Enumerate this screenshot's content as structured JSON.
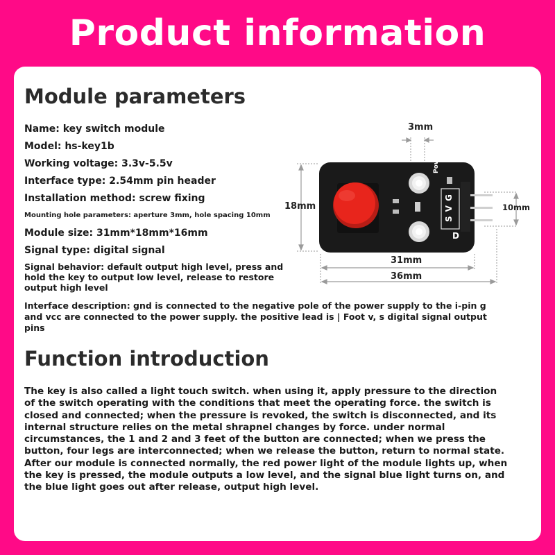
{
  "header": {
    "title": "Product information"
  },
  "module_parameters": {
    "title": "Module parameters",
    "name": "Name: key switch module",
    "model": "Model: hs-key1b",
    "voltage": "Working voltage: 3.3v-5.5v",
    "interface_type": "Interface type: 2.54mm pin header",
    "installation": "Installation method:  screw fixing",
    "mounting": "Mounting hole parameters: aperture 3mm, hole spacing 10mm",
    "size": "Module size: 31mm*18mm*16mm",
    "signal_type": "Signal type: digital signal",
    "signal_behavior": "Signal behavior: default output high level, press and hold the key to output low level, release to restore output high level",
    "interface_description": "Interface description: gnd is connected to the negative pole of the power supply to the i-pin g and vcc are connected to the power supply. the positive lead is | Foot v, s digital signal output pins"
  },
  "diagram": {
    "dim_hole": "3mm",
    "dim_height": "18mm",
    "dim_pin_spacing": "10mm",
    "dim_width_pcb": "31mm",
    "dim_width_total": "36mm",
    "silk_power": "Power",
    "pin_labels": [
      "S",
      "V",
      "G"
    ],
    "silk_d": "D",
    "button_color": "#e8251c",
    "pcb_color": "#1a1a1a"
  },
  "function_introduction": {
    "title": "Function introduction",
    "body": "The key is also called a light touch switch. when using it, apply pressure to the direction of the switch operating with the conditions that meet the operating force. the switch is closed and connected; when the pressure is revoked, the switch is disconnected, and its internal structure relies on the metal shrapnel changes by force. under normal circumstances, the 1 and 2 and 3 feet of the button are connected; when we press the button, four legs are interconnected; when we release the button, return to normal state. After our module is connected normally, the red power light of the module lights up, when the key is pressed, the module outputs a low level, and the signal blue light turns on, and the blue light goes out after release, output high level."
  },
  "colors": {
    "background": "#ff0a87",
    "card": "#ffffff"
  }
}
